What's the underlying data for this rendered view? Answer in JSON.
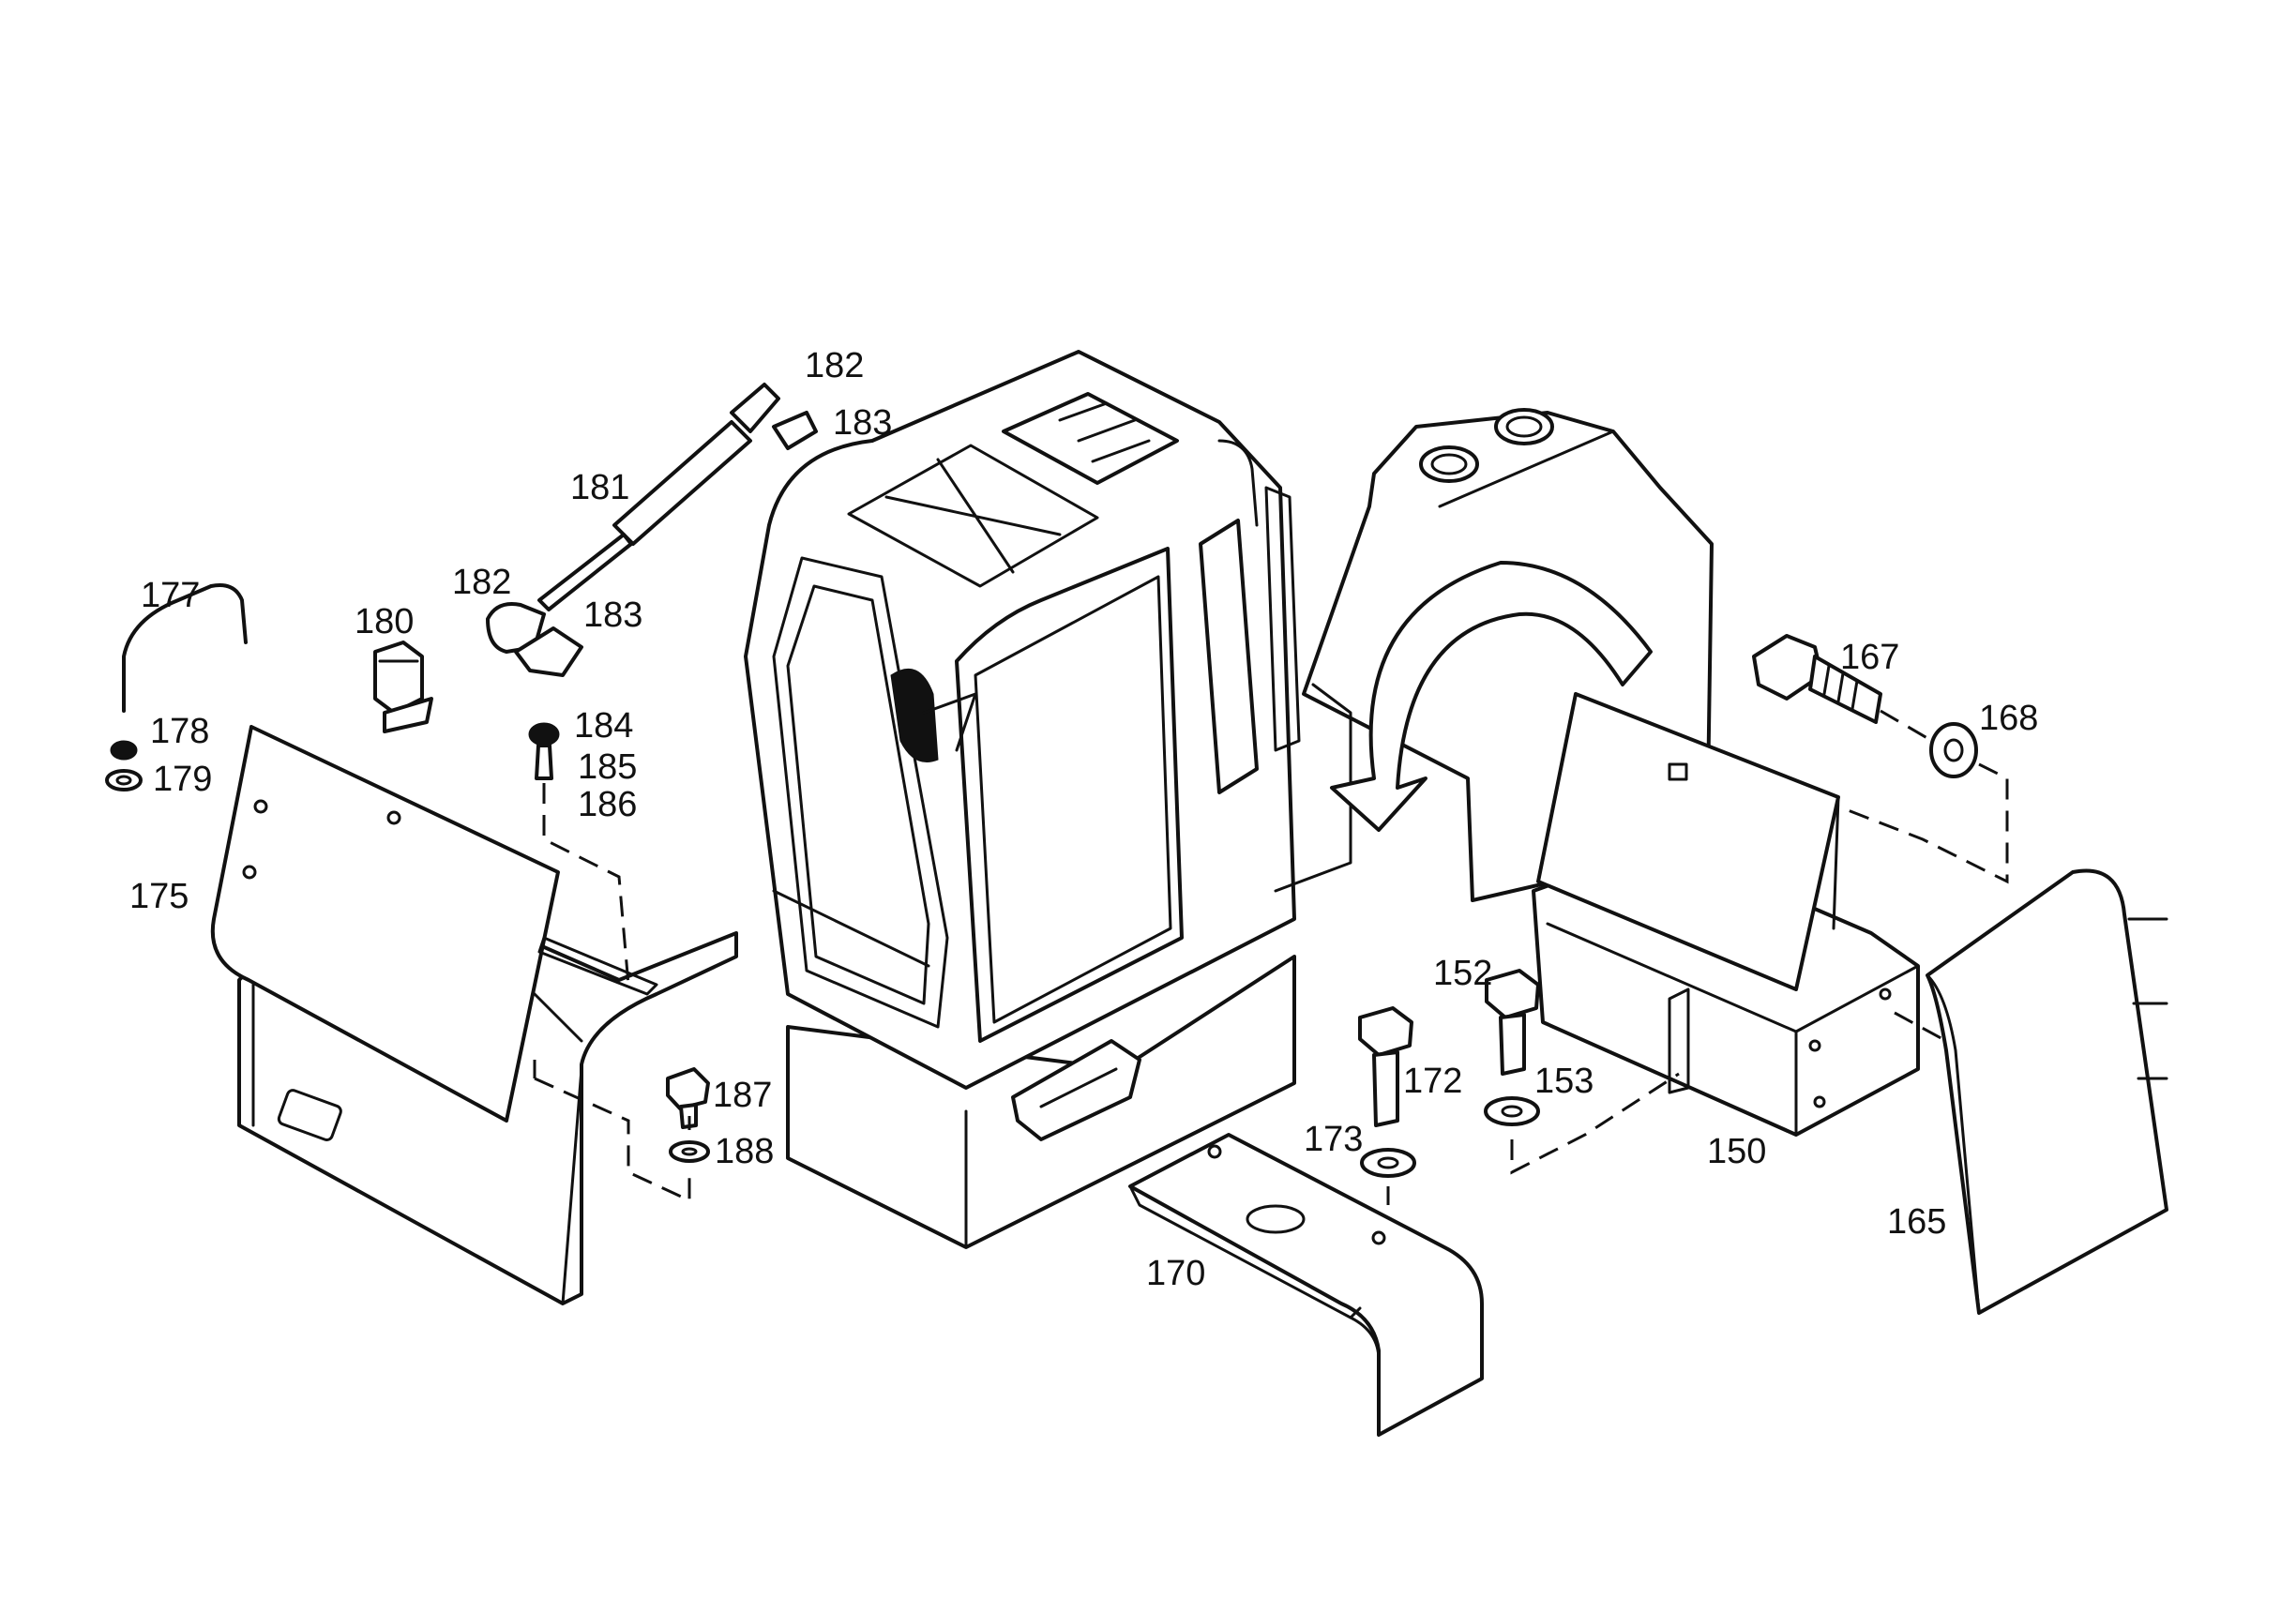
{
  "diagram": {
    "labels": {
      "p150": "150",
      "p152": "152",
      "p153": "153",
      "p165": "165",
      "p167": "167",
      "p168": "168",
      "p170": "170",
      "p172": "172",
      "p173": "173",
      "p175": "175",
      "p177": "177",
      "p178": "178",
      "p179": "179",
      "p180": "180",
      "p181": "181",
      "p182a": "182",
      "p182b": "182",
      "p183a": "183",
      "p183b": "183",
      "p184": "184",
      "p185": "185",
      "p186": "186",
      "p187": "187",
      "p188": "188"
    },
    "line_color": "#111111",
    "background_color": "#ffffff"
  }
}
